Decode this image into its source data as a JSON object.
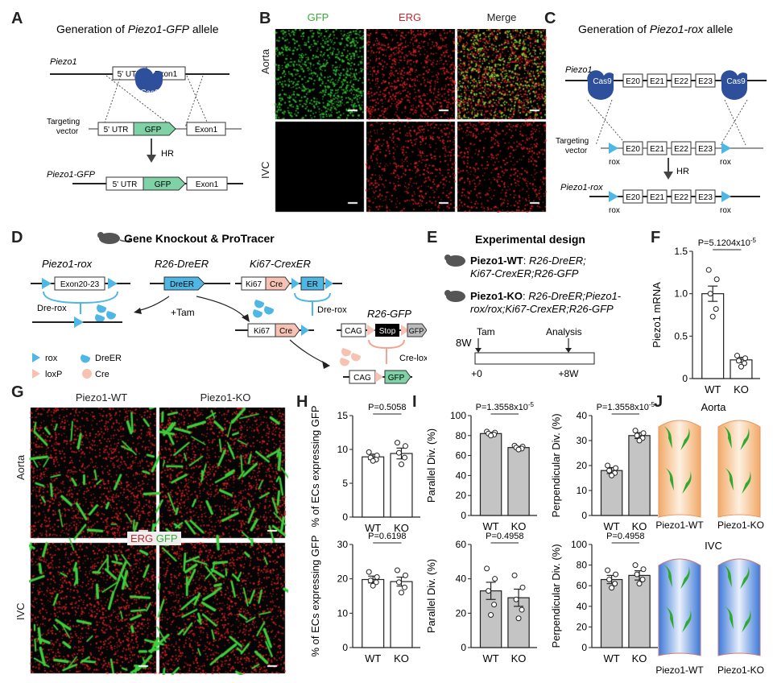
{
  "panel_labels": [
    "A",
    "B",
    "C",
    "D",
    "E",
    "F",
    "G",
    "H",
    "I",
    "J"
  ],
  "panelA": {
    "title": "Generation of Piezo1-GFP allele",
    "title_plain": "Generation of ",
    "title_italic": "Piezo1-GFP",
    "title_end": " allele",
    "gene": "Piezo1",
    "utr": "5' UTR",
    "exon1": "Exon1",
    "cas9": "Cas9",
    "targeting": "Targeting",
    "vector": "vector",
    "gfp": "GFP",
    "hr": "HR",
    "allele": "Piezo1-GFP"
  },
  "panelB": {
    "cols": [
      "GFP",
      "ERG",
      "Merge"
    ],
    "rows": [
      "Aorta",
      "IVC"
    ],
    "col_colors": [
      "#3aa83a",
      "#c0282d",
      "#222222"
    ]
  },
  "panelC": {
    "title_plain": "Generation of ",
    "title_italic": "Piezo1-rox",
    "title_end": " allele",
    "gene": "Piezo1",
    "cas9": "Cas9",
    "exons": [
      "E20",
      "E21",
      "E22",
      "E23"
    ],
    "targeting": "Targeting",
    "vector": "vector",
    "rox": "rox",
    "hr": "HR",
    "allele": "Piezo1-rox"
  },
  "panelD": {
    "title": "Gene Knockout & ProTracer",
    "piezo_rox": "Piezo1-rox",
    "r26dreer": "R26-DreER",
    "ki67crexer": "Ki67-CrexER",
    "r26gfp": "R26-GFP",
    "exon2023": "Exon20-23",
    "dreer": "DreER",
    "ki67": "Ki67",
    "cre": "Cre",
    "er": "ER",
    "cag": "CAG",
    "stop": "Stop",
    "gfp": "GFP",
    "dre_rox": "Dre-rox",
    "tam": "+Tam",
    "cre_loxp": "Cre-loxP",
    "legend": [
      "rox",
      "DreER",
      "loxP",
      "Cre"
    ]
  },
  "panelE": {
    "title": "Experimental design",
    "wt_name": "Piezo1-WT",
    "wt_geno": "R26-DreER; Ki67-CrexER;R26-GFP",
    "wt_geno1": "R26-DreER;",
    "wt_geno2": "Ki67-CrexER;R26-GFP",
    "ko_name": "Piezo1-KO",
    "ko_geno1": "R26-DreER;Piezo1-",
    "ko_geno2": "rox/rox;Ki67-CrexER;R26-GFP",
    "tam": "Tam",
    "analysis": "Analysis",
    "start": "8W",
    "t0": "+0",
    "t8": "+8W"
  },
  "panelG": {
    "cols": [
      "Piezo1-WT",
      "Piezo1-KO"
    ],
    "rows": [
      "Aorta",
      "IVC"
    ],
    "legend_erg": "ERG",
    "legend_gfp": "GFP"
  },
  "panelJ": {
    "top_title": "Aorta",
    "bottom_title": "IVC",
    "labels": [
      "Piezo1-WT",
      "Piezo1-KO"
    ]
  },
  "chart_data": [
    {
      "id": "F",
      "type": "bar",
      "categories": [
        "WT",
        "KO"
      ],
      "values": [
        1.0,
        0.22
      ],
      "errors": [
        0.09,
        0.03
      ],
      "points": [
        [
          1.28,
          1.17,
          1.0,
          0.82,
          0.73
        ],
        [
          0.27,
          0.24,
          0.21,
          0.18,
          0.14
        ]
      ],
      "ylabel": "Piezo1 mRNA",
      "ylim": [
        0,
        1.5
      ],
      "yticks": [
        "0",
        "0.5",
        "1.0",
        "1.5"
      ],
      "pvalue": "P=5.1204x10",
      "pexp": "-5",
      "fill": "#ffffff"
    },
    {
      "id": "H1",
      "type": "bar",
      "categories": [
        "WT",
        "KO"
      ],
      "values": [
        8.9,
        9.4
      ],
      "errors": [
        0.4,
        0.8
      ],
      "points": [
        [
          9.6,
          9.1,
          8.8,
          8.5,
          8.3
        ],
        [
          11.0,
          10.5,
          9.5,
          8.8,
          7.8
        ]
      ],
      "ylabel": "% of ECs expressing GFP",
      "ylim": [
        0,
        15
      ],
      "yticks": [
        "0",
        "5",
        "10",
        "15"
      ],
      "pvalue": "P=0.5058",
      "pexp": "",
      "fill": "#ffffff"
    },
    {
      "id": "H2",
      "type": "bar",
      "categories": [
        "WT",
        "KO"
      ],
      "values": [
        19.8,
        19.2
      ],
      "errors": [
        1.0,
        1.3
      ],
      "points": [
        [
          22.0,
          20.5,
          19.5,
          19.0,
          18.0
        ],
        [
          22.5,
          21.0,
          19.0,
          17.5,
          16.0
        ]
      ],
      "ylabel": "% of ECs expressing GFP",
      "ylim": [
        0,
        30
      ],
      "yticks": [
        "0",
        "10",
        "20",
        "30"
      ],
      "pvalue": "P=0.6198",
      "pexp": "",
      "fill": "#ffffff"
    },
    {
      "id": "I1",
      "type": "bar",
      "categories": [
        "WT",
        "KO"
      ],
      "values": [
        82,
        68
      ],
      "errors": [
        1.2,
        1.2
      ],
      "points": [
        [
          84,
          83,
          82,
          81,
          80
        ],
        [
          70,
          69,
          68,
          67,
          66
        ]
      ],
      "ylabel": "Parallel Div. (%)",
      "ylim": [
        0,
        100
      ],
      "yticks": [
        "0",
        "20",
        "40",
        "60",
        "80",
        "100"
      ],
      "pvalue": "P=1.3558x10",
      "pexp": "-5",
      "fill": "#c4c4c4"
    },
    {
      "id": "I2",
      "type": "bar",
      "categories": [
        "WT",
        "KO"
      ],
      "values": [
        18,
        32
      ],
      "errors": [
        1.2,
        1.2
      ],
      "points": [
        [
          20,
          19,
          18,
          17,
          16
        ],
        [
          34,
          33,
          32,
          31,
          30
        ]
      ],
      "ylabel": "Perpendicular Div. (%)",
      "ylim": [
        0,
        40
      ],
      "yticks": [
        "0",
        "10",
        "20",
        "30",
        "40"
      ],
      "pvalue": "P=1.3558x10",
      "pexp": "-5",
      "fill": "#c4c4c4"
    },
    {
      "id": "I3",
      "type": "bar",
      "categories": [
        "WT",
        "KO"
      ],
      "values": [
        33,
        29
      ],
      "errors": [
        5,
        5
      ],
      "points": [
        [
          46,
          40,
          33,
          25,
          19
        ],
        [
          42,
          35,
          28,
          22,
          17
        ]
      ],
      "ylabel": "Parallel Div. (%)",
      "ylim": [
        0,
        60
      ],
      "yticks": [
        "0",
        "20",
        "40",
        "60"
      ],
      "pvalue": "P=0.4958",
      "pexp": "",
      "fill": "#c4c4c4"
    },
    {
      "id": "I4",
      "type": "bar",
      "categories": [
        "WT",
        "KO"
      ],
      "values": [
        66,
        70
      ],
      "errors": [
        4,
        4.5
      ],
      "points": [
        [
          75,
          71,
          66,
          62,
          58
        ],
        [
          80,
          76,
          71,
          66,
          62
        ]
      ],
      "ylabel": "Perpendicular Div. (%)",
      "ylim": [
        0,
        100
      ],
      "yticks": [
        "0",
        "20",
        "40",
        "60",
        "80",
        "100"
      ],
      "pvalue": "P=0.4958",
      "pexp": "",
      "fill": "#c4c4c4"
    }
  ]
}
